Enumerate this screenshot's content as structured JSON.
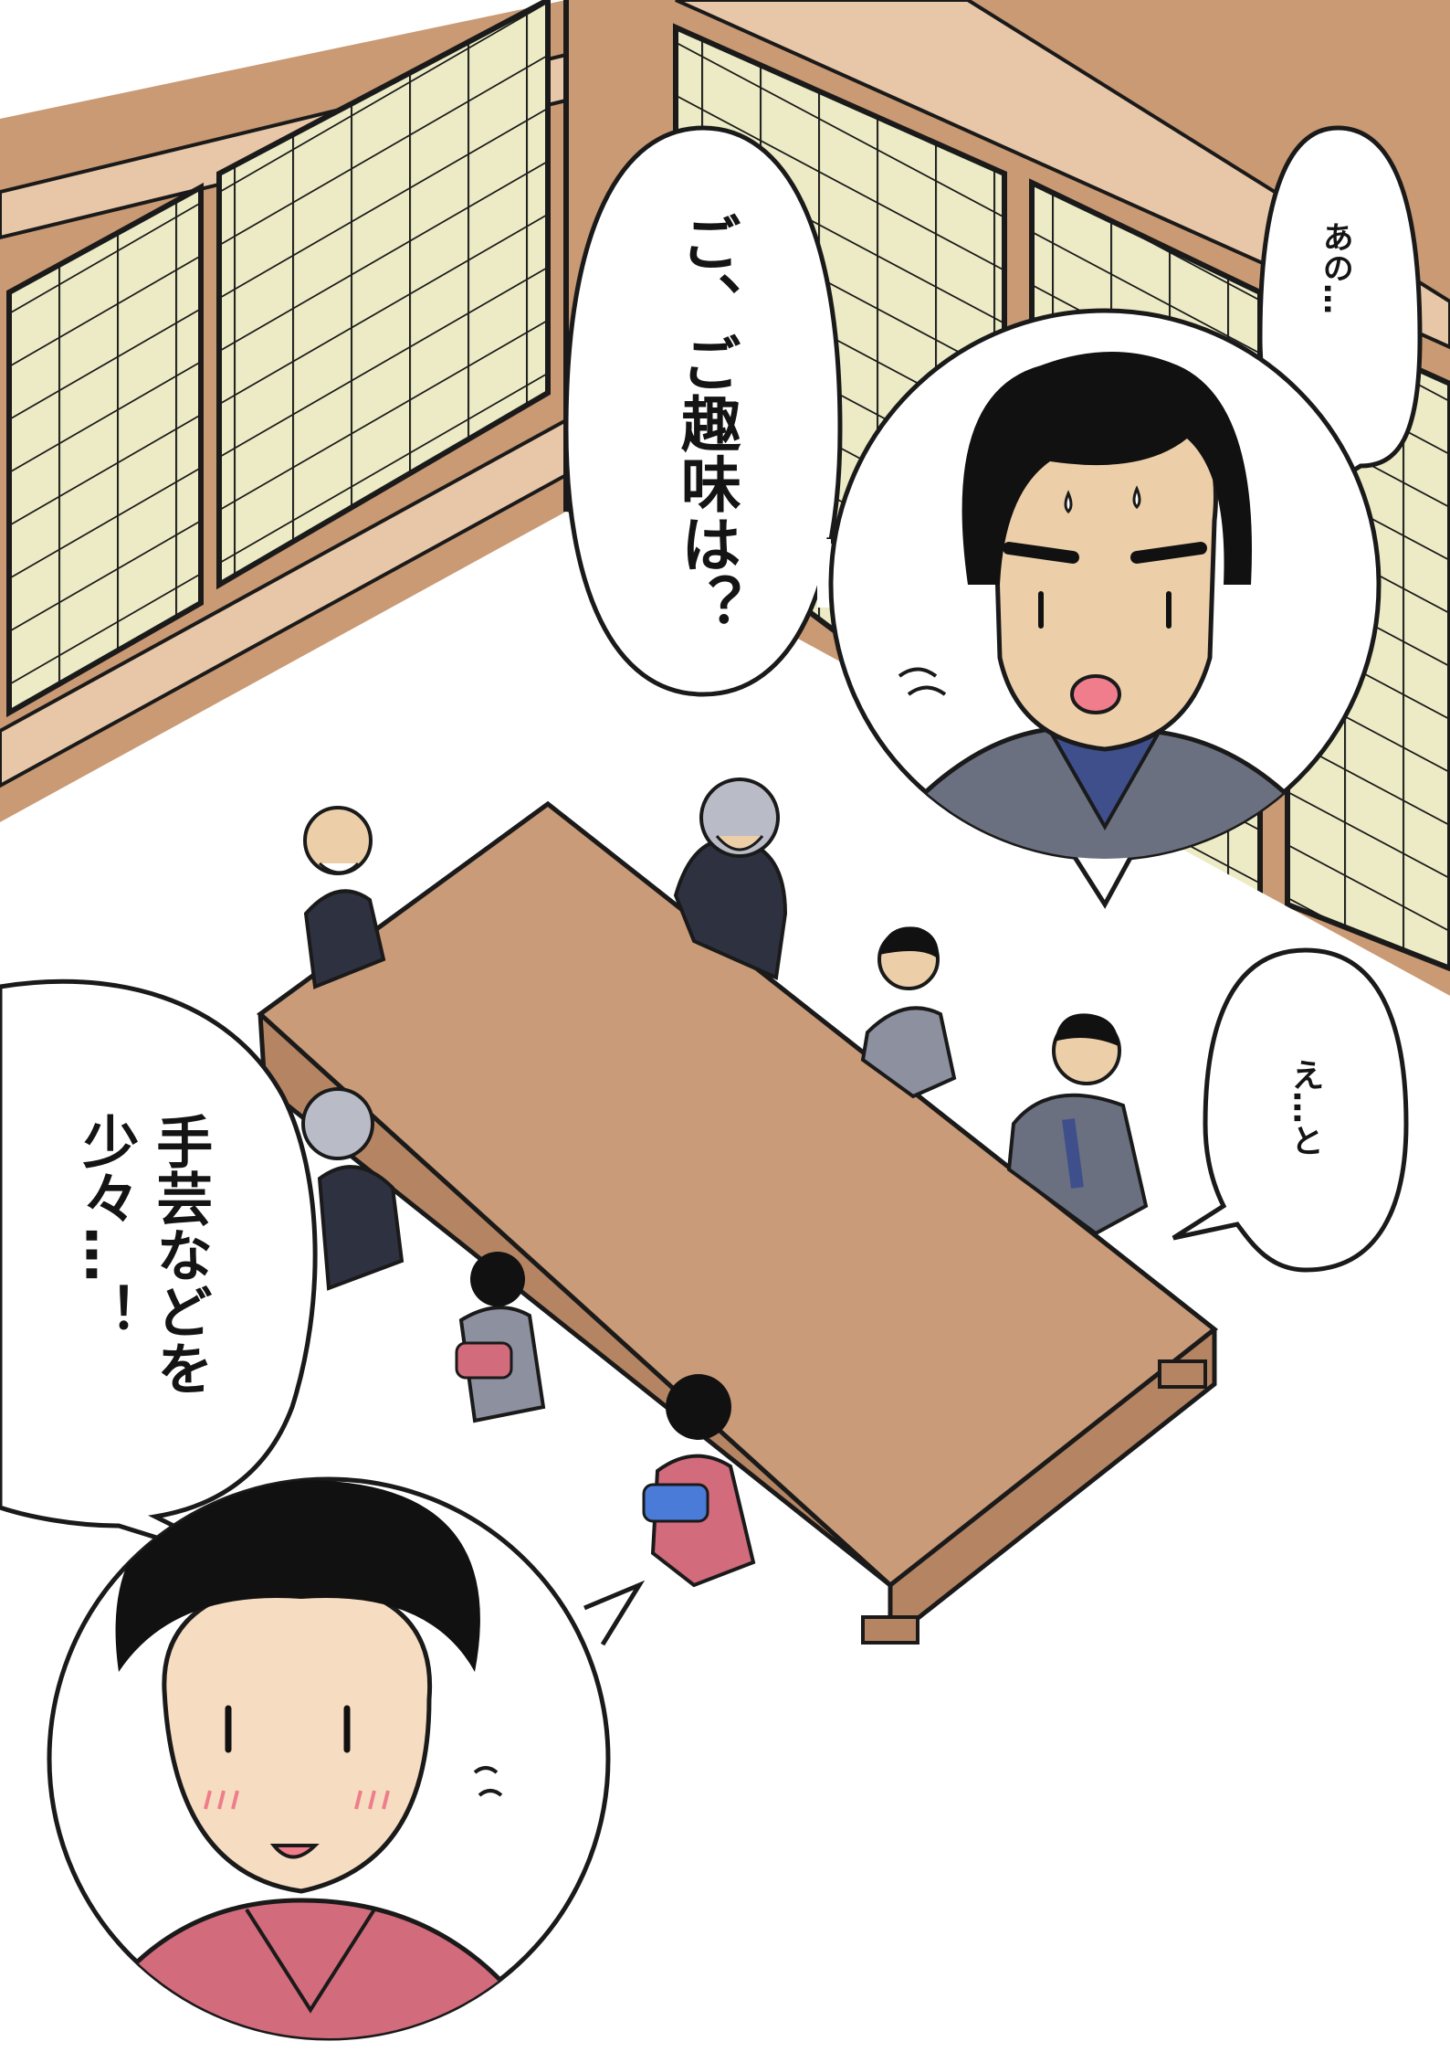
{
  "panel": {
    "speech_bubbles": [
      {
        "id": "bubble-ano",
        "text": "あの…"
      },
      {
        "id": "bubble-goshumi",
        "text": "ご、ご趣味は？"
      },
      {
        "id": "bubble-eto",
        "text": "え…と"
      },
      {
        "id": "bubble-shugei",
        "text": "手芸などを\n少々…！"
      }
    ]
  },
  "colors": {
    "wall_wood": "#c99a74",
    "wall_trim": "#e8c7a8",
    "shoji_paper": "#ecebc6",
    "table": "#c99b78",
    "skin": "#eccfa9",
    "man_kimono": "#6a707f",
    "man_collar": "#3f4f8c",
    "woman_kimono": "#d26b7c",
    "woman_obi": "#4a7bd8",
    "blush": "#ef7d8c"
  },
  "icons": [
    "sweat-drop-icon",
    "flutter-mark-icon"
  ]
}
